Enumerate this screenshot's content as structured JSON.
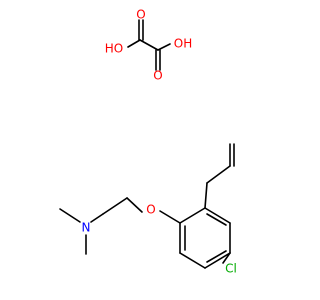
{
  "atoms": {
    "ho_left": "HO",
    "oh_right": "OH",
    "o_top_left": "O",
    "o_top_right": "O",
    "o_ether": "O",
    "n_amine": "N",
    "cl": "Cl"
  },
  "colors": {
    "bond": "#000000",
    "oxygen": "#ff0000",
    "nitrogen": "#0000ff",
    "chlorine": "#00aa00"
  }
}
